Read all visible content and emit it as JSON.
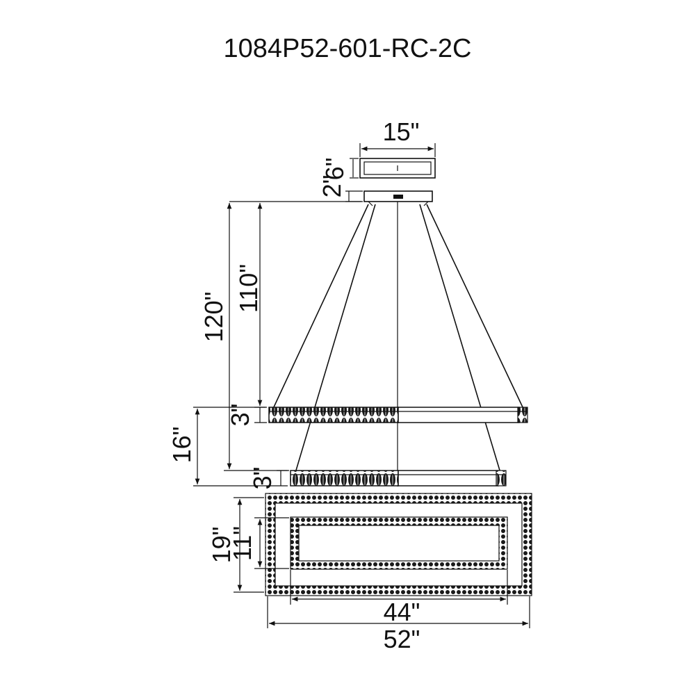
{
  "model_number": "1084P52-601-RC-2C",
  "dimensions": {
    "canopy_width": "15\"",
    "canopy_depth": "6\"",
    "canopy_height": "2\"",
    "max_height": "120\"",
    "min_height": "110\"",
    "ring_spacing": "16\"",
    "upper_ring_height": "3\"",
    "lower_ring_height": "3\"",
    "outer_depth": "19\"",
    "inner_depth": "11\"",
    "inner_width": "44\"",
    "outer_width": "52\""
  }
}
